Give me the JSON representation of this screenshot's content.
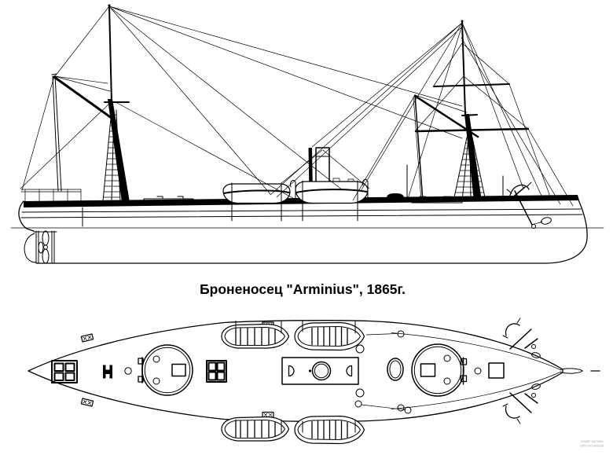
{
  "caption": "Броненосец \"Arminius\", 1865г.",
  "watermark": {
    "line1": "Архив-чертежи",
    "line2": "сайт-коллекция"
  },
  "colors": {
    "line": "#000000",
    "background": "#ffffff",
    "watermark_text": "#b3b3b3"
  }
}
